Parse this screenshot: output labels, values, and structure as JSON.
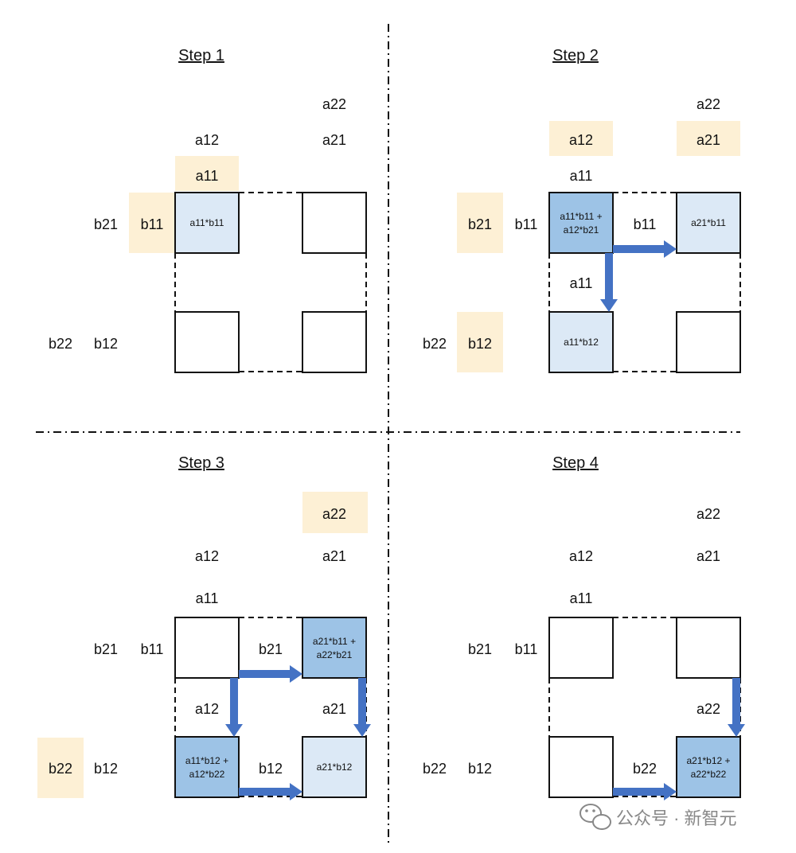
{
  "steps": {
    "step1": {
      "title": "Step 1",
      "a_labels": {
        "a22": "a22",
        "a12": "a12",
        "a21": "a21",
        "a11": "a11"
      },
      "b_labels": {
        "b21": "b21",
        "b11": "b11",
        "b22": "b22",
        "b12": "b12"
      },
      "cells": {
        "c11": "a11*b11"
      },
      "highlighted": [
        "a11",
        "b11"
      ]
    },
    "step2": {
      "title": "Step 2",
      "a_labels": {
        "a22": "a22",
        "a12": "a12",
        "a21": "a21",
        "a11": "a11",
        "a11_flow": "a11"
      },
      "b_labels": {
        "b21": "b21",
        "b11": "b11",
        "b22": "b22",
        "b12": "b12",
        "b11_flow": "b11"
      },
      "cells": {
        "c11_line1": "a11*b11 +",
        "c11_line2": "a12*b21",
        "c12": "a21*b11",
        "c21": "a11*b12"
      },
      "highlighted": [
        "a12",
        "a21",
        "b21",
        "b12"
      ]
    },
    "step3": {
      "title": "Step 3",
      "a_labels": {
        "a22": "a22",
        "a12": "a12",
        "a21": "a21",
        "a11": "a11",
        "a12_flow": "a12",
        "a21_flow": "a21"
      },
      "b_labels": {
        "b21": "b21",
        "b11": "b11",
        "b22": "b22",
        "b12": "b12",
        "b21_flow": "b21",
        "b12_flow": "b12"
      },
      "cells": {
        "c12_line1": "a21*b11 +",
        "c12_line2": "a22*b21",
        "c21_line1": "a11*b12 +",
        "c21_line2": "a12*b22",
        "c22": "a21*b12"
      },
      "highlighted": [
        "a22",
        "b22"
      ]
    },
    "step4": {
      "title": "Step 4",
      "a_labels": {
        "a22": "a22",
        "a12": "a12",
        "a21": "a21",
        "a11": "a11",
        "a22_flow": "a22"
      },
      "b_labels": {
        "b21": "b21",
        "b11": "b11",
        "b22": "b22",
        "b12": "b12",
        "b22_flow": "b22"
      },
      "cells": {
        "c22_line1": "a21*b12 +",
        "c22_line2": "a22*b22"
      },
      "highlighted": []
    }
  },
  "watermark": {
    "text": "公众号 · 新智元",
    "icon": "wechat-icon"
  },
  "colors": {
    "highlight": "#fdf0d5",
    "cell_light": "#dce9f6",
    "cell_dark": "#9dc3e6",
    "arrow": "#4472c4"
  }
}
